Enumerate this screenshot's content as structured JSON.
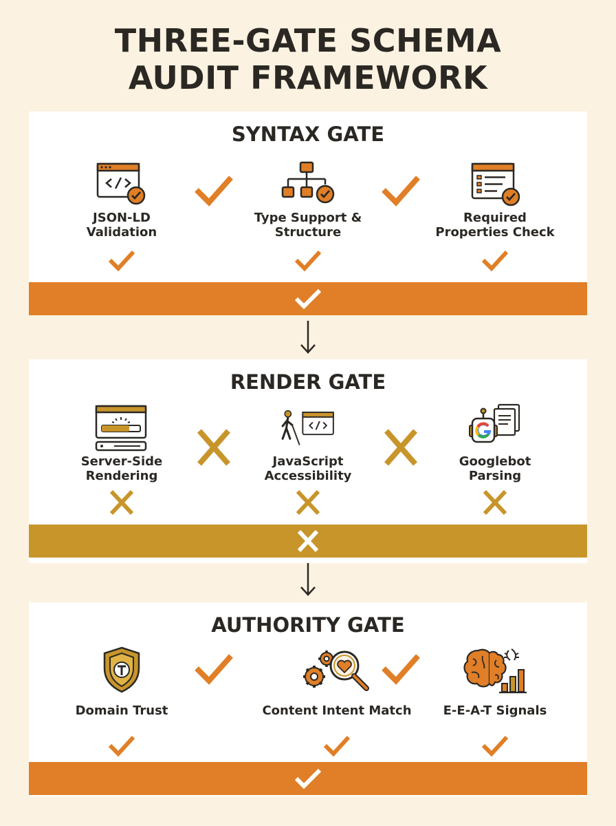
{
  "title": {
    "line1": "THREE-GATE SCHEMA",
    "line2": "AUDIT FRAMEWORK"
  },
  "colors": {
    "orange": "#e07f27",
    "gold": "#c8952b",
    "dark": "#2b2824",
    "background": "#fbf2e1"
  },
  "gates": [
    {
      "title": "SYNTAX GATE",
      "status": "pass",
      "items": [
        {
          "line1": "JSON-LD",
          "line2": "Validation",
          "icon": "code-window-check-icon",
          "status": "pass"
        },
        {
          "line1": "Type Support &",
          "line2": "Structure",
          "icon": "hierarchy-check-icon",
          "status": "pass"
        },
        {
          "line1": "Required",
          "line2": "Properties Check",
          "icon": "checklist-window-icon",
          "status": "pass"
        }
      ]
    },
    {
      "title": "RENDER GATE",
      "status": "fail",
      "items": [
        {
          "line1": "Server-Side",
          "line2": "Rendering",
          "icon": "server-loading-icon",
          "status": "fail"
        },
        {
          "line1": "JavaScript",
          "line2": "Accessibility",
          "icon": "accessibility-code-icon",
          "status": "fail"
        },
        {
          "line1": "Googlebot",
          "line2": "Parsing",
          "icon": "googlebot-icon",
          "status": "fail"
        }
      ]
    },
    {
      "title": "AUTHORITY GATE",
      "status": "pass",
      "items": [
        {
          "line1": "Domain Trust",
          "line2": "",
          "icon": "shield-t-icon",
          "status": "pass"
        },
        {
          "line1": "Content Intent Match",
          "line2": "",
          "icon": "gears-magnifier-heart-icon",
          "status": "pass"
        },
        {
          "line1": "E-E-A-T Signals",
          "line2": "",
          "icon": "brain-laurel-chart-icon",
          "status": "pass"
        }
      ]
    }
  ]
}
